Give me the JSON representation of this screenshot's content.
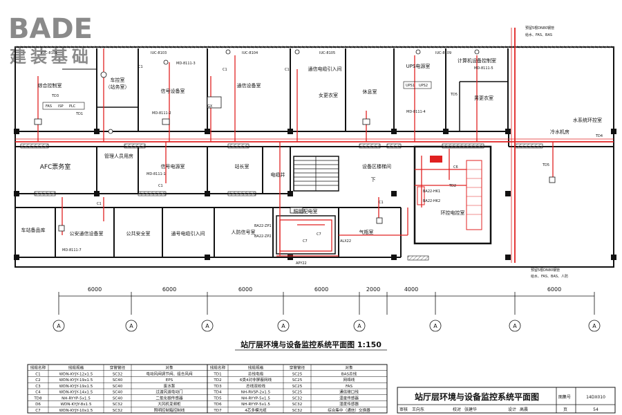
{
  "logo": {
    "brand": "BADE",
    "subtitle": "建装基础"
  },
  "colors": {
    "cable": "#e02020",
    "wall": "#111111",
    "hatch": "#777777",
    "logo": "#8a8a8a"
  },
  "rooms": {
    "comprehensive_control": "综合控制室",
    "duty_room": "车控室",
    "duty_room_sub": "（站务室）",
    "signal_equipment": "信号设备室",
    "comm_equipment": "通信设备室",
    "comm_cable_entry": "通信电缆引入间",
    "female_changing": "女更衣室",
    "rest_room": "休息室",
    "ups_room": "UPS电源室",
    "computer_control": "计算机设备控制室",
    "male_changing": "男更衣室",
    "pump_room": "冷水机房",
    "water_control": "水系统环控室",
    "afc_office": "AFC票务室",
    "management": "管理人员用房",
    "signal_power": "信号电源室",
    "station_master": "站长室",
    "power_distribution": "电缆井",
    "equipment_lobby": "设备区楼梯间",
    "environment_control": "环控电控室",
    "vehicle_spare": "车站备品库",
    "police_comm": "公安通信设备室",
    "public_security": "公共安全室",
    "signal_cable_entry": "通号电缆引入间",
    "civil_defense": "人防信号室",
    "lighting_distribution": "照明配电室",
    "gas_room": "气瓶室",
    "stairs_down": "下"
  },
  "tags": {
    "iuc_1": "IUC-8101",
    "iuc_2": "IUC-8103",
    "iuc_3": "IUC-8104",
    "iuc_4": "IUC-8105",
    "iuc_5": "IUC-8109",
    "fas": "FAS",
    "isp": "ISP",
    "plc": "PLC",
    "ups1": "UPS1",
    "ups2": "UPS2",
    "td1": "TD1",
    "td3": "TD3",
    "td5": "TD5",
    "td2": "TD2",
    "td4": "TD4",
    "c1": "C1",
    "c6": "C6",
    "c7": "C7",
    "gx": "GX",
    "md_1": "MD-8111-3",
    "md_2": "MD-8111-2",
    "md_3": "MD-8111-5",
    "md_4": "MD-8111-4",
    "md_5": "MD-8111-7",
    "md_6": "MD-8111-1",
    "ba_1": "BA22-ZP1",
    "ba_2": "BA22-ZP2",
    "ba_3": "BA22-HK1",
    "ba_4": "BA22-HK2",
    "apy": "APY22",
    "alx": "ALX22",
    "pipe_top": "预留5根DN80钢管",
    "pipe_top_sub": "给水、FAS、BAS",
    "pipe_bottom": "预留5根DN80钢管",
    "pipe_bottom_sub": "给水、FAS、BAS、人防"
  },
  "dimensions": [
    "6000",
    "6000",
    "6000",
    "6000",
    "2000",
    "4000",
    "6000"
  ],
  "axis_label": "A",
  "title": "站厅层环境与设备监控系统平面图  1:150",
  "cable_table": {
    "headers": [
      "线缆名称",
      "线缆规格",
      "穿管管径",
      "对象",
      "线缆名称",
      "线缆规格",
      "穿管管径",
      "对象"
    ],
    "rows": [
      [
        "C1",
        "WDN-KYJY-12x1.5",
        "SC32",
        "电动风阀调节阀、组合风阀",
        "TD1",
        "总线电缆",
        "SC25",
        "BAS总线"
      ],
      [
        "C2",
        "WDN-KYJY-19x1.5",
        "SC40",
        "EPS",
        "TD2",
        "6类4对非屏蔽网线",
        "SC25",
        "网络线"
      ],
      [
        "C3",
        "WDN-KYJY-19x1.5",
        "SC40",
        "废水泵",
        "TD3",
        "总线双绞线",
        "SC25",
        "FAS"
      ],
      [
        "C4",
        "WDN-KYJY-14x1.5",
        "SC40",
        "过渡风道电动门",
        "TD4",
        "NH-RVSP-2x1.5",
        "SC25",
        "通信接口线"
      ],
      [
        "TD8",
        "NH-RYYP-5x1.5",
        "SC40",
        "二氧化碳传感器",
        "TD5",
        "NH-RYYP-5x1.5",
        "SC32",
        "温度传感器"
      ],
      [
        "D6",
        "WDN-KYJY-8x1.5",
        "SC32",
        "大风机变频柜",
        "TD6",
        "NH-RYYP-5x1.5",
        "SC32",
        "湿度传感器"
      ],
      [
        "C7",
        "WDN-KYJY-10x1.5",
        "SC32",
        "照明控制箱控制线",
        "TD7",
        "4芯多模光缆",
        "SC32",
        "综合集中（通信）交换器"
      ]
    ]
  },
  "title_block": {
    "drawing_title": "站厅层环境与设备监控系统平面图",
    "atlas_label": "图集号",
    "atlas_no": "14DX010",
    "review_label": "审核",
    "review_name": "王向东",
    "check_label": "校对",
    "check_name": "张建华",
    "design_label": "设计",
    "design_name": "高晨",
    "page_label": "页",
    "page_no": "54"
  }
}
